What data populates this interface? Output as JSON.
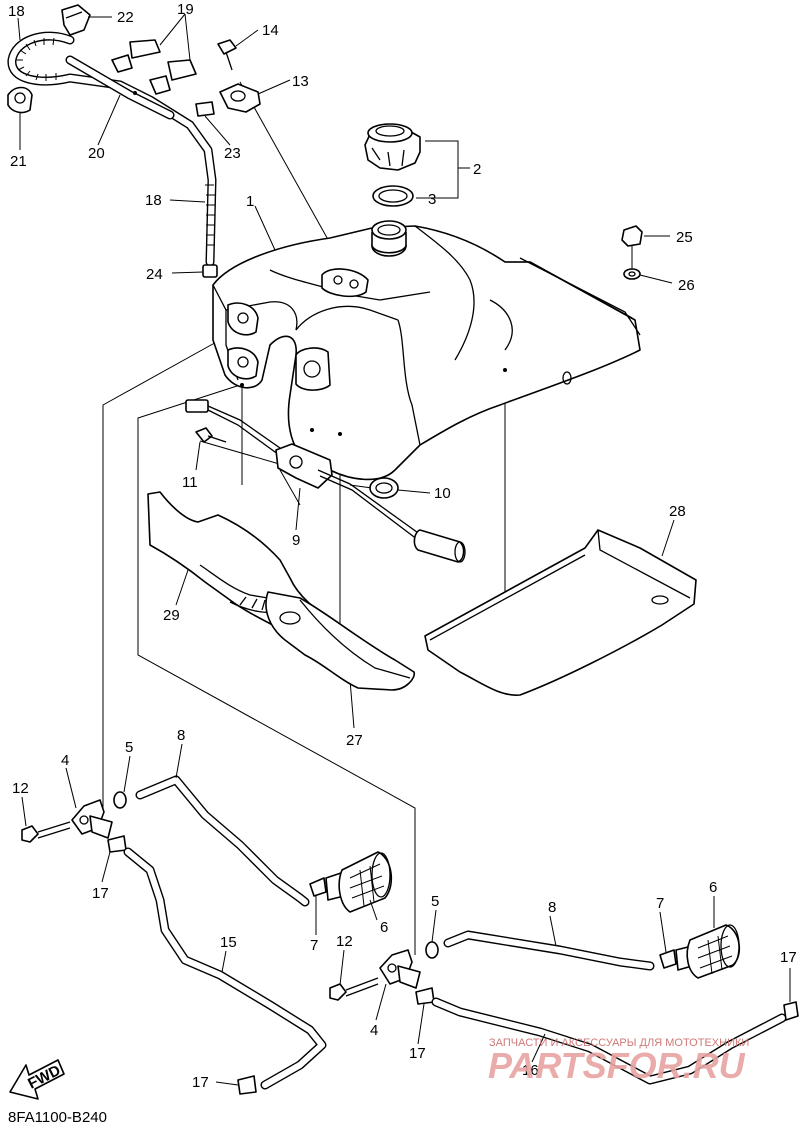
{
  "diagram_code": "8FA1100-B240",
  "direction_label": "FWD",
  "watermark": {
    "tagline": "ЗАПЧАСТИ И АКСЕССУАРЫ ДЛЯ МОТОТЕХНИКИ",
    "brand": "PARTSFOR.RU"
  },
  "callouts": [
    {
      "id": "c1",
      "text": "1"
    },
    {
      "id": "c2",
      "text": "2"
    },
    {
      "id": "c3",
      "text": "3"
    },
    {
      "id": "c4a",
      "text": "4"
    },
    {
      "id": "c4b",
      "text": "4"
    },
    {
      "id": "c5a",
      "text": "5"
    },
    {
      "id": "c5b",
      "text": "5"
    },
    {
      "id": "c6a",
      "text": "6"
    },
    {
      "id": "c6b",
      "text": "6"
    },
    {
      "id": "c7a",
      "text": "7"
    },
    {
      "id": "c7b",
      "text": "7"
    },
    {
      "id": "c8a",
      "text": "8"
    },
    {
      "id": "c8b",
      "text": "8"
    },
    {
      "id": "c9",
      "text": "9"
    },
    {
      "id": "c10",
      "text": "10"
    },
    {
      "id": "c11",
      "text": "11"
    },
    {
      "id": "c12a",
      "text": "12"
    },
    {
      "id": "c12b",
      "text": "12"
    },
    {
      "id": "c13",
      "text": "13"
    },
    {
      "id": "c14",
      "text": "14"
    },
    {
      "id": "c15",
      "text": "15"
    },
    {
      "id": "c16",
      "text": "16"
    },
    {
      "id": "c17a",
      "text": "17"
    },
    {
      "id": "c17b",
      "text": "17"
    },
    {
      "id": "c17c",
      "text": "17"
    },
    {
      "id": "c17d",
      "text": "17"
    },
    {
      "id": "c18a",
      "text": "18"
    },
    {
      "id": "c18b",
      "text": "18"
    },
    {
      "id": "c19",
      "text": "19"
    },
    {
      "id": "c20",
      "text": "20"
    },
    {
      "id": "c21",
      "text": "21"
    },
    {
      "id": "c22",
      "text": "22"
    },
    {
      "id": "c23",
      "text": "23"
    },
    {
      "id": "c24",
      "text": "24"
    },
    {
      "id": "c25",
      "text": "25"
    },
    {
      "id": "c26",
      "text": "26"
    },
    {
      "id": "c27",
      "text": "27"
    },
    {
      "id": "c28",
      "text": "28"
    },
    {
      "id": "c29",
      "text": "29"
    }
  ]
}
